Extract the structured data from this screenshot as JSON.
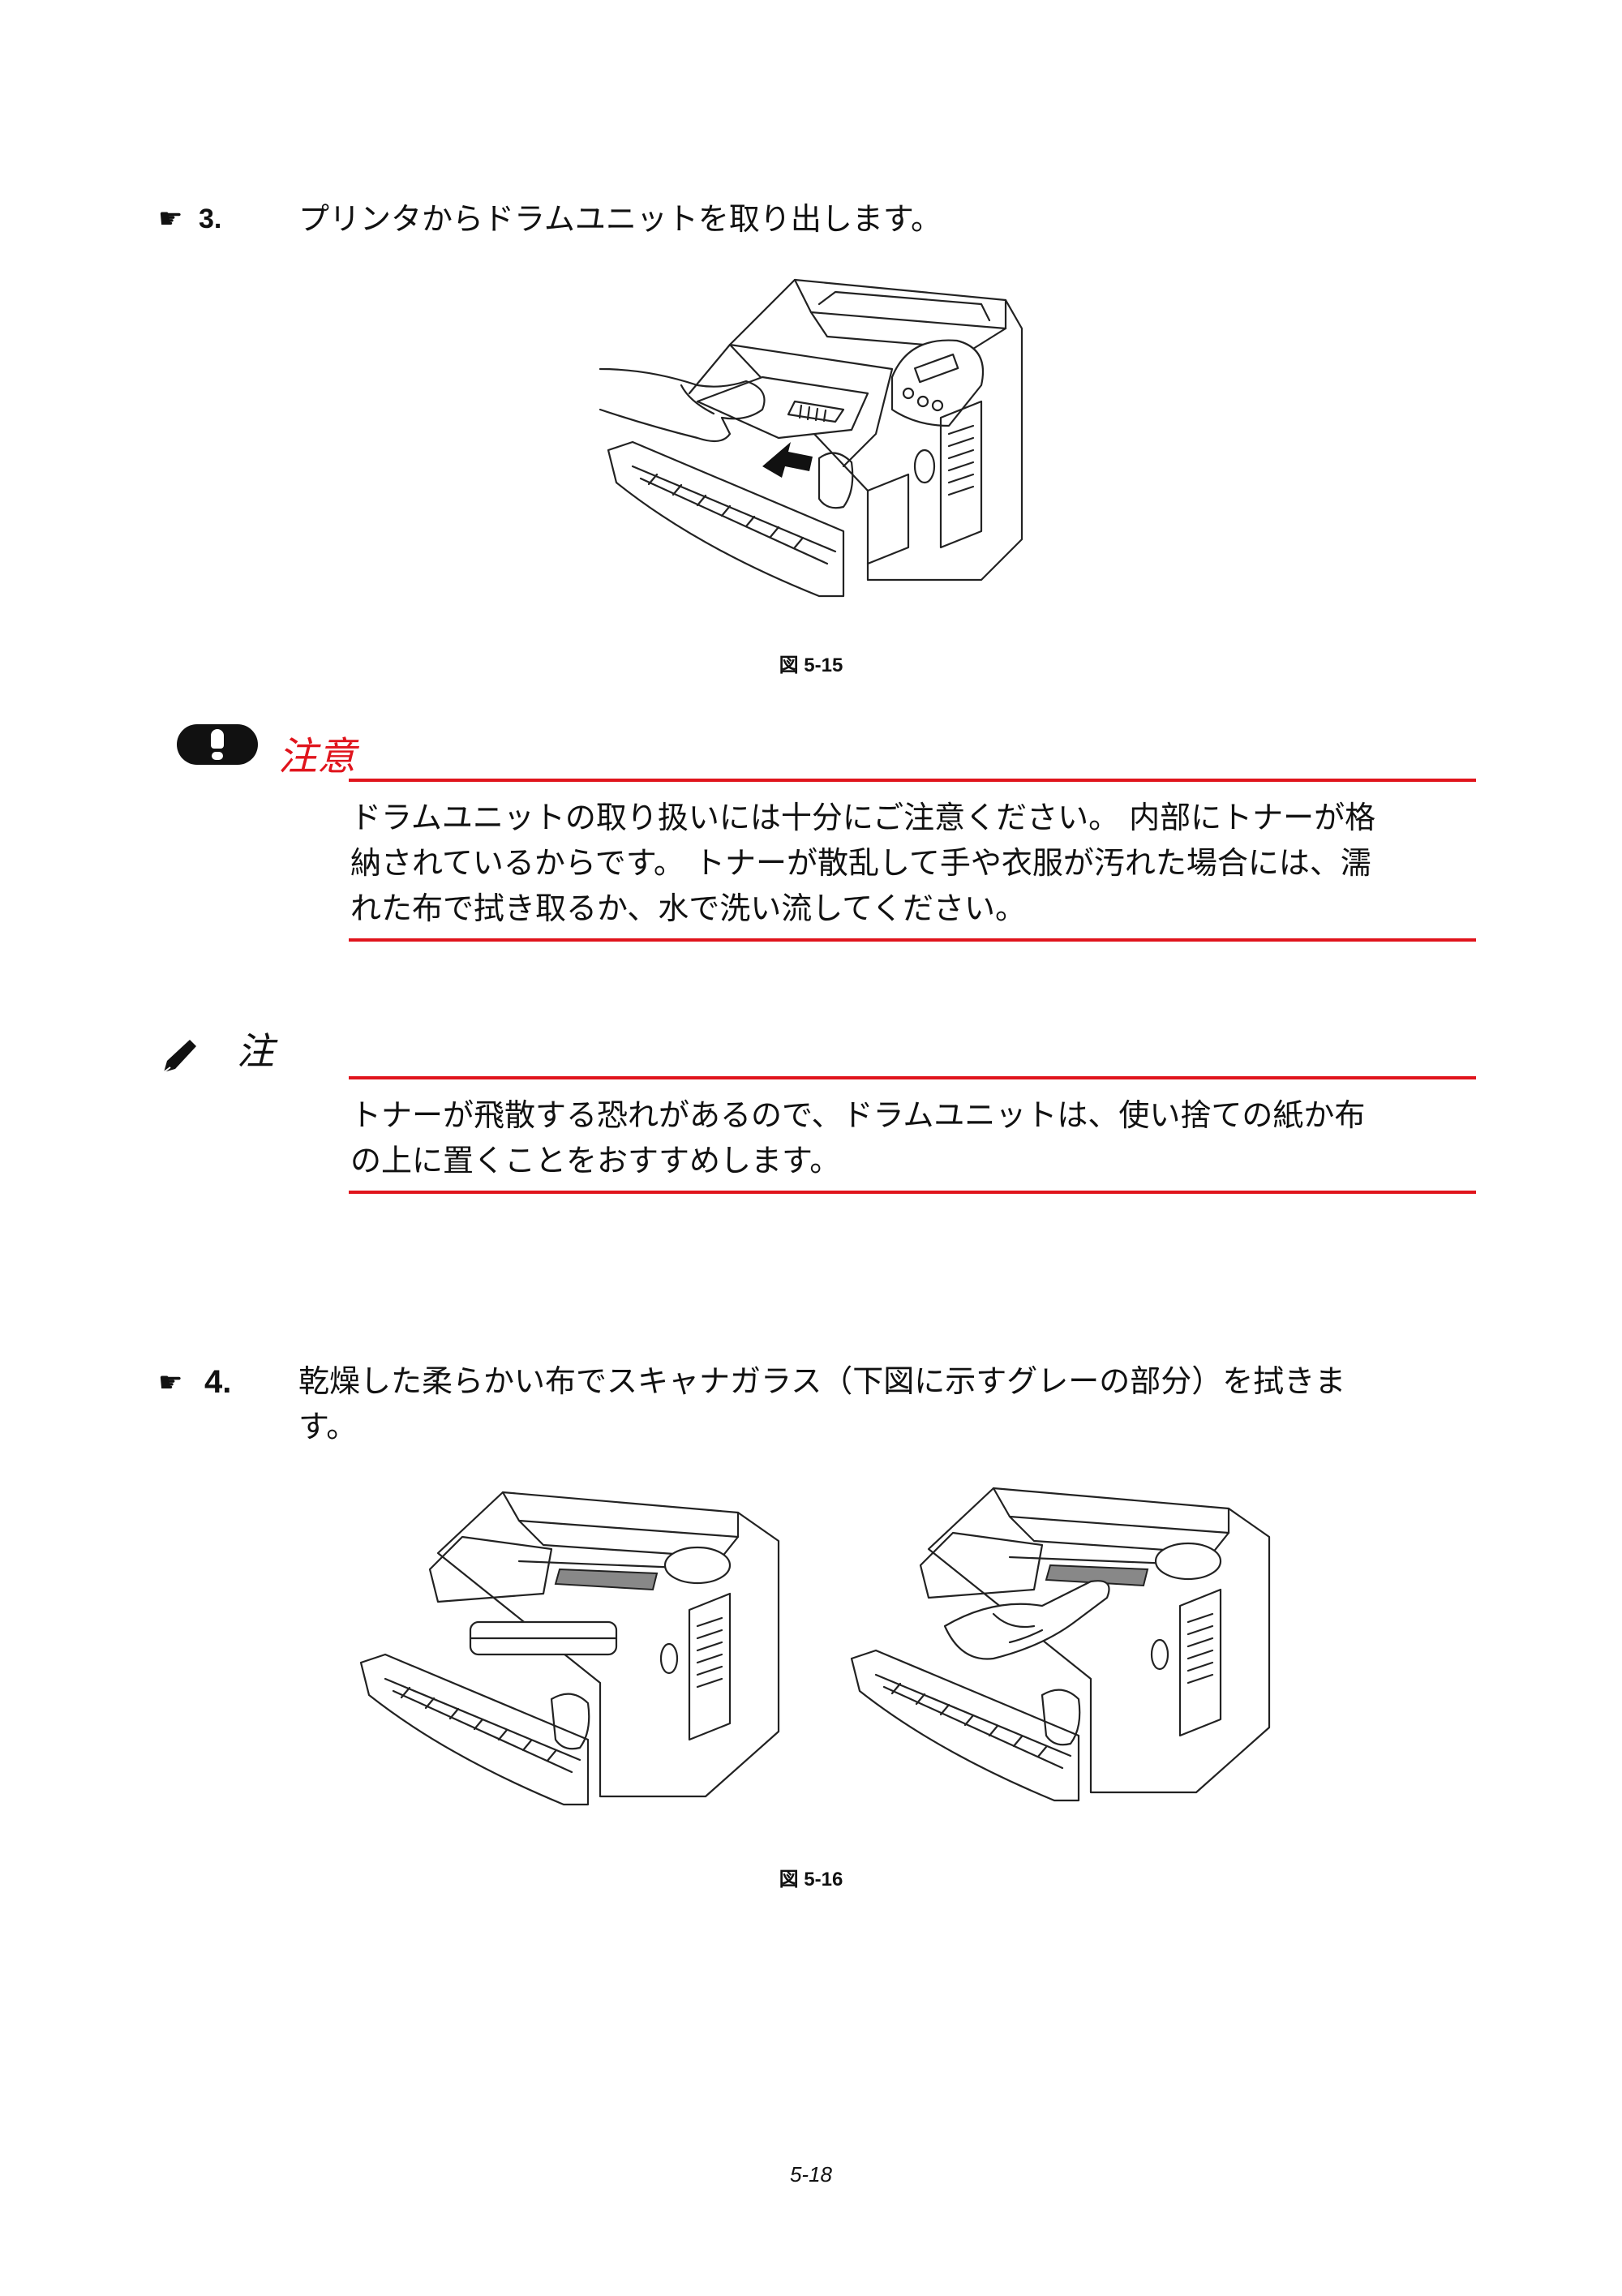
{
  "steps": [
    {
      "icon": "☛",
      "number": "3.",
      "text": "プリンタからドラムユニットを取り出します。"
    },
    {
      "icon": "☛",
      "number": "4.",
      "text_line1": "乾燥した柔らかい布でスキャナガラス（下図に示すグレーの部分）を拭きま",
      "text_line2": "す。"
    }
  ],
  "figures": {
    "fig1_caption": "図 5-15",
    "fig2_caption": "図 5-16"
  },
  "caution": {
    "title": "注意",
    "lines": [
      "ドラムユニットの取り扱いには十分にご注意ください。 内部にトナーが格",
      "納されているからです。 トナーが散乱して手や衣服が汚れた場合には、濡",
      "れた布で拭き取るか、水で洗い流してください。"
    ]
  },
  "note": {
    "title": "注",
    "lines": [
      "トナーが飛散する恐れがあるので、ドラムユニットは、使い捨ての紙か布",
      "の上に置くことをおすすめします。"
    ]
  },
  "page_number": "5-18",
  "colors": {
    "accent_red": "#e0141c"
  },
  "icons": {
    "step": "pointing-hand-icon",
    "caution": "exclamation-icon",
    "note": "pen-icon"
  }
}
